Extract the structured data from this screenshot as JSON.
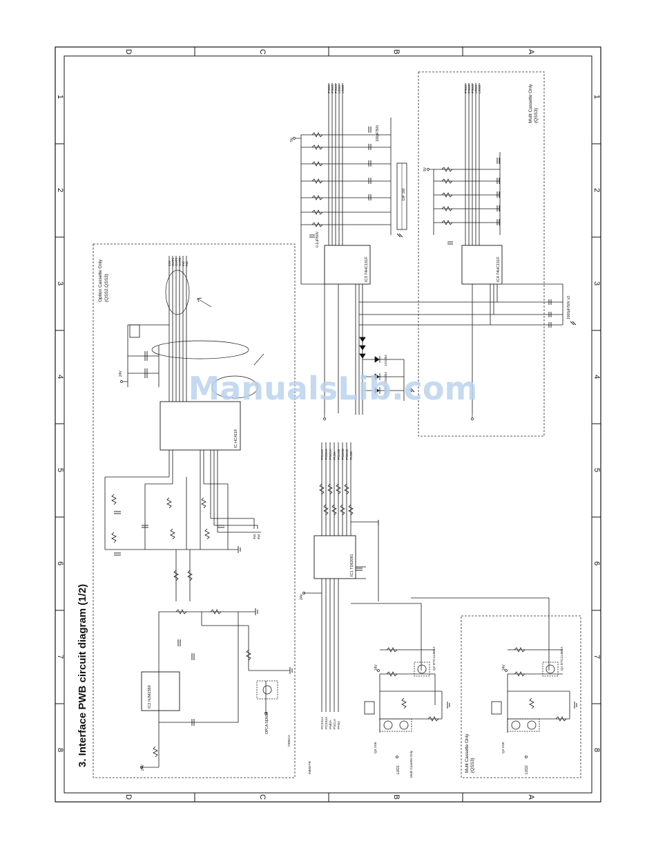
{
  "title": "3. Interface PWB circuit diagram (1/2)",
  "watermark": "ManualsLib.com",
  "colors": {
    "ink": "#111111",
    "watermark": "#bcd3ef",
    "paper": "#ffffff"
  },
  "zones": {
    "rows": [
      "D",
      "C",
      "B",
      "A"
    ],
    "columns": [
      "1",
      "2",
      "3",
      "4",
      "5",
      "6",
      "7",
      "8"
    ]
  },
  "blocks": {
    "option_cassette": {
      "title": "Option Cassette Only",
      "subtitle": "(QSS2,QSS3)"
    },
    "multi_cassette_top": {
      "title": "Multi Cassette Only",
      "subtitle": "(QSS3)"
    },
    "multi_cassette_bottom": {
      "title": "Multi Cassette Only",
      "subtitle": "(QSS3)"
    }
  },
  "chips": {
    "ic2": "IC2 NJM2360",
    "ic_mid": "IC HC4119",
    "ic_b": "IC1 TD62081",
    "ic_top": "IC3 74HC151F",
    "ic_a": "IC4 74HC151F"
  },
  "labels": {
    "supply_24v": "24V",
    "supply_5v": "5V",
    "n_ssr": "INMOTR",
    "lud": "LUD1",
    "lud2": "LUD2",
    "opc_sens": "OPCA SENSA",
    "dip_title": "DIP SW",
    "open_label": "Multi Casette Only",
    "code": "ODECA"
  },
  "net_labels_top_left": [
    "24V",
    "OUT1",
    "OUT2",
    "OUT3",
    "IN1",
    "IN2",
    "IN3",
    "IN4"
  ],
  "net_labels_mid": [
    "PCLKA",
    "PCDAA",
    "PSCLA",
    "PLDA",
    "PCLKB",
    "PCDAB",
    "PSCLB",
    "PLDB"
  ],
  "net_labels_b_upper": [
    "PSW1",
    "PSW2",
    "PSW3",
    "LSW1",
    "LSW2"
  ],
  "net_labels_a_upper": [
    "PSW1",
    "PSW2",
    "PSW3",
    "LSW1",
    "LSW2"
  ],
  "net_labels_bottom_b": [
    "PCSS1A",
    "PCSS2A",
    "PMDA",
    "PSCLA",
    "PFDA"
  ],
  "transistors": {
    "q2": "Q2 DTC114EKA",
    "q1": "Q1 DTC114EKA",
    "q3": "Q3 2SK",
    "q4": "Q4 2SK"
  },
  "diodes": [
    "1SS352",
    "1SS352",
    "1SS352"
  ],
  "cap_notes": {
    "bus_caps": "1000pF/50V x3",
    "c_left": "0.1uF/50V",
    "c_right": "100pF/50V"
  }
}
